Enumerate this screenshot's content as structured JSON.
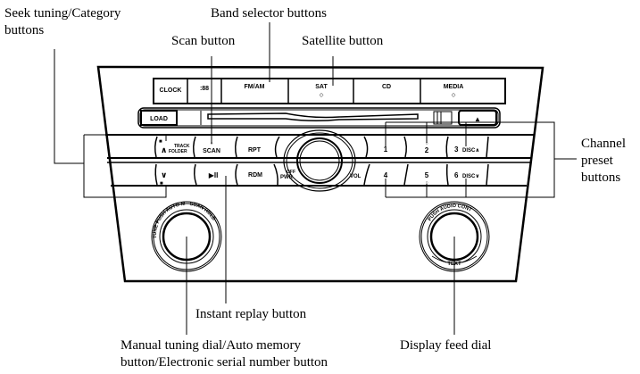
{
  "title": "Audio unit control panel diagram",
  "callouts": {
    "seek_tuning": [
      "Seek tuning/Category",
      "buttons"
    ],
    "band_selector": "Band selector buttons",
    "scan_button": "Scan button",
    "satellite_button": "Satellite button",
    "channel_preset": [
      "Channel",
      "preset",
      "buttons"
    ],
    "instant_replay": "Instant replay button",
    "manual_tuning": [
      "Manual tuning dial/Auto memory",
      "button/Electronic serial number button"
    ],
    "display_feed": "Display feed dial"
  },
  "panel": {
    "top_row": [
      "CLOCK",
      ":88",
      "FM/AM",
      "SAT",
      "CD",
      "MEDIA"
    ],
    "load": "LOAD",
    "eject": "▲",
    "row1": {
      "seek_up": "∧",
      "track": "TRACK",
      "folder": "FOLDER",
      "scan": "SCAN",
      "rpt": "RPT",
      "p1": "1",
      "p2": "2",
      "p3": "3",
      "disc_up": "DISC∧"
    },
    "row2": {
      "seek_down": "∨",
      "play_pause": "▶II",
      "rdm": "RDM",
      "pwr": "PWR",
      "pwr_top": "OFF",
      "vol": "VOL",
      "p4": "4",
      "p5": "5",
      "p6": "6",
      "disc_down": "DISC∨"
    },
    "left_dial_ring": "TUNE PUSH AUTO-M · SCAN HOLD",
    "right_dial_ring": "PUSH AUDIO CONT",
    "right_dial_bottom": "TEXT"
  }
}
